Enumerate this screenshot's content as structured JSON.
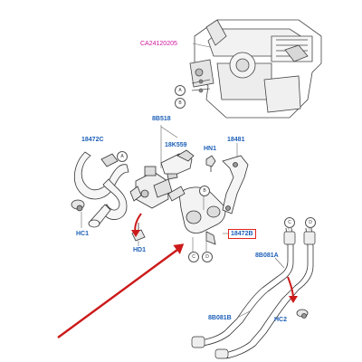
{
  "parts": {
    "ca24120205": "CA24120205",
    "p8b518": "8B518",
    "p18472c": "18472C",
    "p18k559": "18K559",
    "hn1": "HN1",
    "p18481": "18481",
    "hc1": "HC1",
    "hd1": "HD1",
    "p18472b": "18472B",
    "p8b081a": "8B081A",
    "hc2": "HC2",
    "p8b081b": "8B081B"
  },
  "callouts": {
    "a_top": "A",
    "b_top": "B",
    "a_left": "A",
    "b_mid": "B",
    "c_mid": "C",
    "d_mid": "D",
    "c_right": "C",
    "d_right": "D"
  },
  "colors": {
    "part_label": "#1d5fb8",
    "reference_label": "#d0149a",
    "highlight_box": "#e0241d",
    "arrow": "#cc1a1a"
  }
}
